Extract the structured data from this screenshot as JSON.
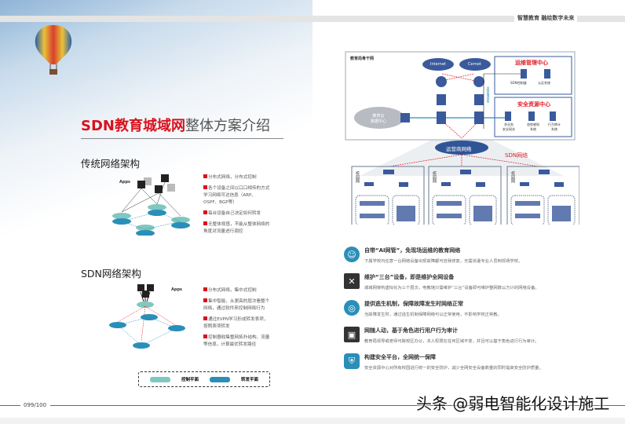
{
  "header": {
    "slogan": "智慧教育 融绘数字未来"
  },
  "left": {
    "title_red": "SDN教育城域网",
    "title_rest": "整体方案介绍",
    "traditional": {
      "heading": "传统网络架构",
      "apps_label": "Apps",
      "bullets": [
        "分布式网络，分布式控制",
        "各个设备之间以口口相传的方式学习网络可达信息（ARP、OSPF、BGP等）",
        "每台设备自己决定如何转发",
        "无整体视感，不能从整体网络的角度对流量进行调控"
      ]
    },
    "sdn": {
      "heading": "SDN网络架构",
      "apps_label": "Apps",
      "bullets": [
        "分布式网络，集中式控制",
        "集中智能，从更高的层次看整个网络，通过软件来控制网络行为",
        "通过EVPN学习形成转发表项，按照表项转发",
        "控制器收集整网拓扑结构、流量等信息，计算最优转发路径"
      ]
    },
    "legend": {
      "control_plane": "控制平面",
      "forward_plane": "转发平面"
    },
    "page_number": "099/100"
  },
  "diagram": {
    "backbone_label": "教育局骨干网",
    "internet": "Internet",
    "cernet": "Cernet",
    "cloud_dc": [
      "教育云",
      "数据中心"
    ],
    "ops_center": "运维管理中心",
    "sdn_controller": "SDN控制器",
    "auth_system": "认证系统",
    "security_center": "安全资源中心",
    "security_items": [
      [
        "多业务",
        "安全网关"
      ],
      [
        "态势感知",
        "系统"
      ],
      [
        "行为审计",
        "系统"
      ]
    ],
    "vertical_label": "运维管理网络",
    "carrier": "运营商网络",
    "sdn_network": "SDN网络",
    "campus_label": "校园网",
    "campus_count": 3
  },
  "features": [
    {
      "icon": "ai-operator-icon",
      "title": "自带“AI网管”，免现场运维的教育网络",
      "desc": "下属学校内任意一台网络设备出现故障都可自我修复，无需派遣专业人员到现场学校。"
    },
    {
      "icon": "tools-icon",
      "title": "维护“三台”设备，即是维护全网设备",
      "desc": "城域网架构虚拟化为三个层次，电教馆只需维护“三台”设备即可维护整网数以万计的网络设备。"
    },
    {
      "icon": "network-globe-icon",
      "title": "提供逃生机制，保障故障发生时网络正常",
      "desc": "当故障发生时，通过逃生机制保障网络可以正常使用，不影响学校正常教。"
    },
    {
      "icon": "user-building-icon",
      "title": "网随人动，基于角色进行用户行为审计",
      "desc": "教育局领导或老师可跨校区办公，本人权限在任何区域不变，并且可以基于角色进行行为审计。"
    },
    {
      "icon": "shield-icon",
      "title": "构建安全平台，全网统一保障",
      "desc": "安全资源中心对所有校园进行统一的安全防护，减少全网安全设备数量的同时提高安全防护质量。"
    }
  ],
  "watermark": "头条 @弱电智能化设计施工",
  "colors": {
    "accent_red": "#d8121d",
    "switch_blue": "#3a5a9c",
    "cloud_blue": "#2f5597",
    "control_teal": "#7fc8c0",
    "forward_blue": "#2a8fb8"
  }
}
